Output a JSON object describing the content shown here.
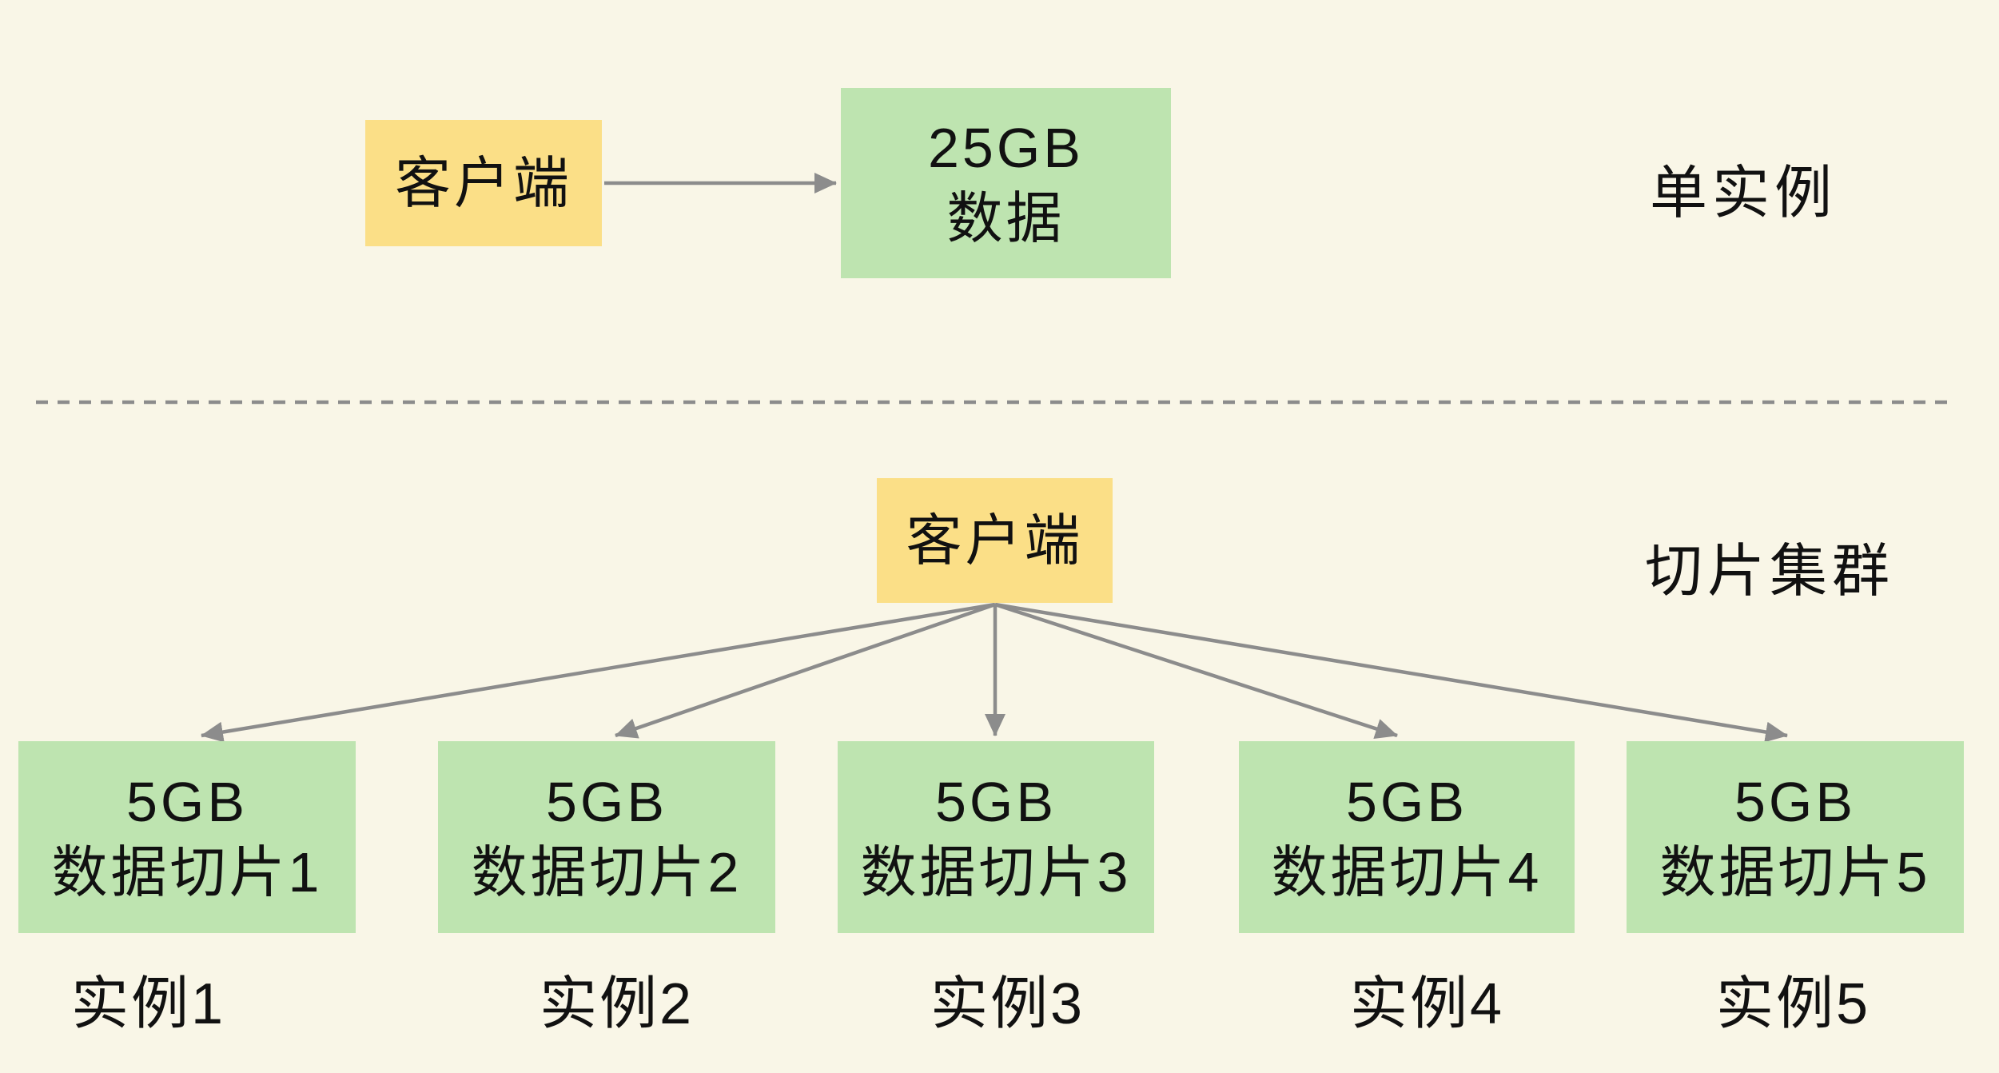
{
  "colors": {
    "background": "#F9F6E7",
    "client_box_fill": "#FBDF87",
    "data_box_fill": "#BEE4B0",
    "arrow_gray": "#8C8C8C",
    "text": "#111111"
  },
  "single_instance": {
    "section_label": "单实例",
    "client_label": "客户端",
    "data_box": {
      "line1": "25GB",
      "line2": "数据"
    }
  },
  "sharded_cluster": {
    "section_label": "切片集群",
    "client_label": "客户端",
    "shards": [
      {
        "size": "5GB",
        "name": "数据切片1",
        "instance": "实例1"
      },
      {
        "size": "5GB",
        "name": "数据切片2",
        "instance": "实例2"
      },
      {
        "size": "5GB",
        "name": "数据切片3",
        "instance": "实例3"
      },
      {
        "size": "5GB",
        "name": "数据切片4",
        "instance": "实例4"
      },
      {
        "size": "5GB",
        "name": "数据切片5",
        "instance": "实例5"
      }
    ]
  }
}
